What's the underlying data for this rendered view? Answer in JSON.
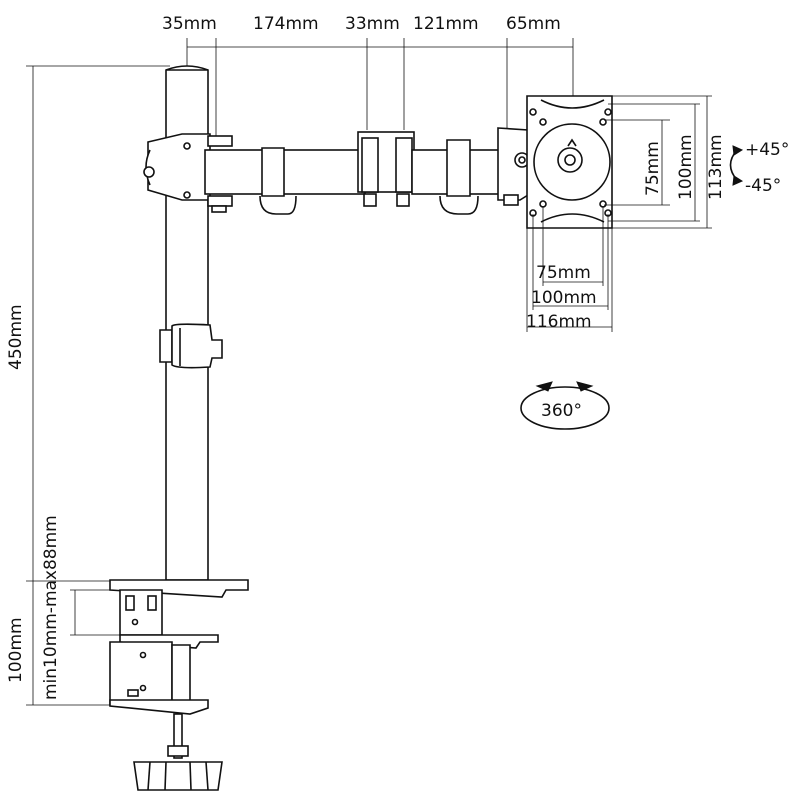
{
  "dimensions": {
    "arm": [
      "35mm",
      "174mm",
      "33mm",
      "121mm",
      "65mm"
    ],
    "pole_height": "450mm",
    "clamp_height": "100mm",
    "clamp_range": "min10mm-max88mm",
    "vesa_height_75": "75mm",
    "vesa_height_100": "100mm",
    "plate_height": "113mm",
    "vesa_width_75": "75mm",
    "vesa_width_100": "100mm",
    "plate_width": "116mm"
  },
  "rotation": {
    "tilt_up": "+45°",
    "tilt_down": "-45°",
    "swivel": "360°"
  }
}
